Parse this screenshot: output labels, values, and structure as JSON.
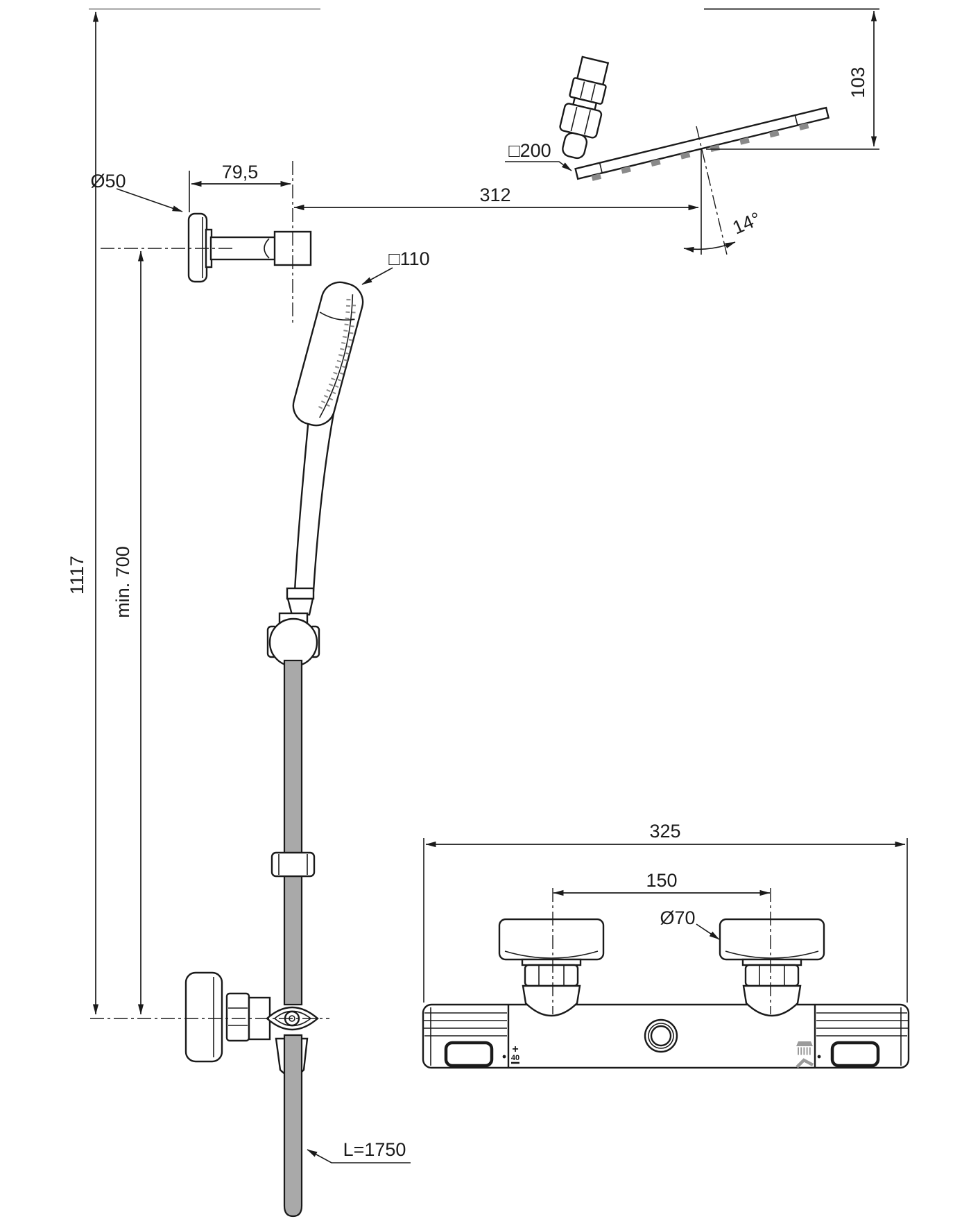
{
  "drawing": {
    "labels": {
      "total_height": "1117",
      "min_height": "min. 700",
      "wall_flange_dia": "Ø50",
      "bracket_offset": "79,5",
      "head_offset": "312",
      "head_size": "□200",
      "head_drop": "103",
      "head_angle": "14°",
      "handspray_size": "□110",
      "hose_length": "L=1750",
      "mixer_width": "325",
      "inlet_spacing": "150",
      "inlet_dia": "Ø70",
      "temp_plus": "+",
      "temp_value": "40",
      "temp_minus": "−"
    },
    "colors": {
      "line": "#1a1a1a",
      "hose_fill": "#a9a9a9",
      "icon_gray": "#9a9a9a"
    }
  }
}
